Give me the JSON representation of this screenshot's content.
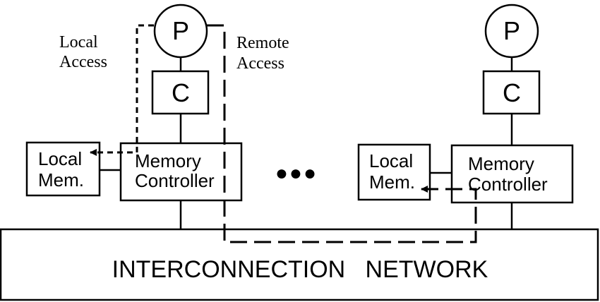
{
  "diagram": {
    "left_node": {
      "processor": "P",
      "cache": "C",
      "memory_controller": [
        "Memory",
        "Controller"
      ],
      "local_memory": [
        "Local",
        "Mem."
      ]
    },
    "right_node": {
      "processor": "P",
      "cache": "C",
      "memory_controller": [
        "Memory",
        "Controller"
      ],
      "local_memory": [
        "Local",
        "Mem."
      ]
    },
    "ellipsis": "●●●",
    "network": "INTERCONNECTION   NETWORK",
    "annotations": {
      "local_access": [
        "Local",
        "Access"
      ],
      "remote_access": [
        "Remote",
        "Access"
      ]
    }
  }
}
